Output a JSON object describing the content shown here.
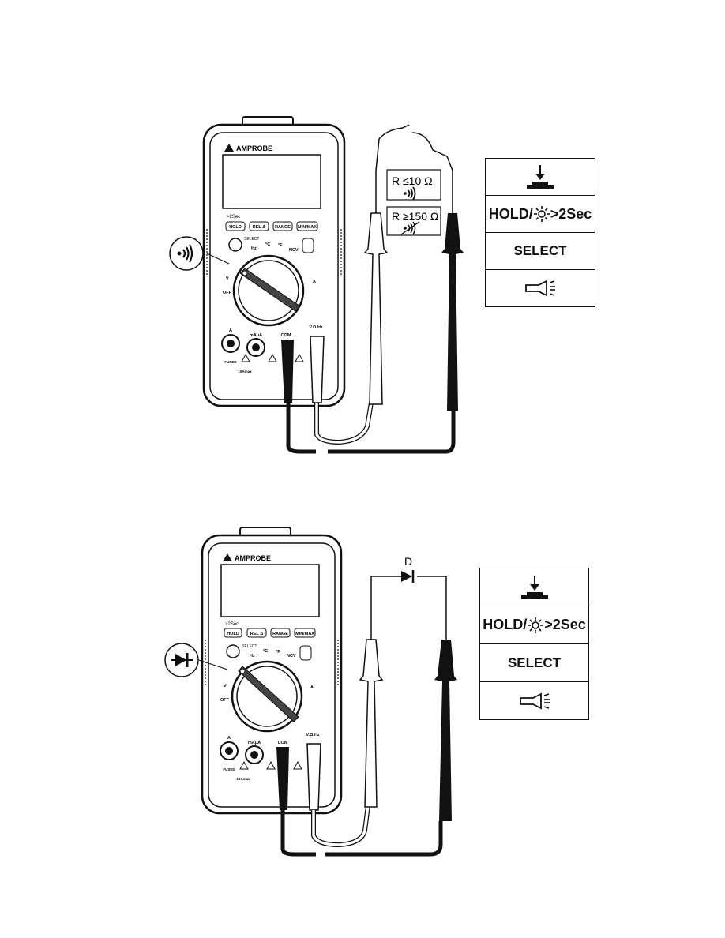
{
  "meter": {
    "brand": "AMPROBE",
    "backlight_hint": ">2Sec",
    "buttons": [
      "HOLD",
      "REL Δ",
      "RANGE",
      "MIN/MAX"
    ],
    "select_label": "SELECT",
    "dial_labels": [
      "Hz",
      "°C",
      "°F",
      "NCV",
      "OFF",
      "V",
      "A"
    ],
    "jacks": {
      "a": "A",
      "ma": "mAμA",
      "com": "COM",
      "v": "V.Ω.Hz"
    },
    "fused": "FUSED",
    "rating": "10Amax"
  },
  "continuity_figure": {
    "label_low": "R ≤10 Ω",
    "label_high": "R ≥150 Ω",
    "panel": {
      "hold": "HOLD/",
      "hold_suffix": ">2Sec",
      "select": "SELECT"
    }
  },
  "diode_figure": {
    "diode_label": "D",
    "panel": {
      "hold": "HOLD/",
      "hold_suffix": ">2Sec",
      "select": "SELECT"
    }
  },
  "icons": [
    "press-button-icon",
    "backlight-sun-icon",
    "flashlight-icon",
    "continuity-sound-icon",
    "diode-icon"
  ]
}
